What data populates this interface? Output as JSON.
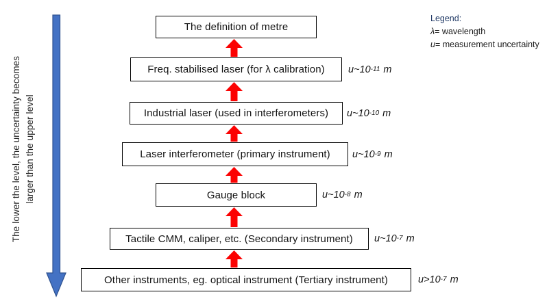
{
  "side_note": {
    "line1": "The lower the level, the uncertainty becomes",
    "line2": "larger than the upper level"
  },
  "legend": {
    "title": "Legend:",
    "items": [
      {
        "symbol": "λ",
        "rest": "= wavelength"
      },
      {
        "symbol": "u",
        "rest": "= measurement uncertainty"
      }
    ]
  },
  "levels": [
    {
      "label": "The definition of metre"
    },
    {
      "label": "Freq. stabilised laser (for λ calibration)",
      "u_base": "u~10",
      "u_exp": "-11",
      "u_unit": "m"
    },
    {
      "label": "Industrial laser (used in interferometers)",
      "u_base": "u~10",
      "u_exp": "-10",
      "u_unit": "m"
    },
    {
      "label": "Laser interferometer (primary instrument)",
      "u_base": "u~10",
      "u_exp": "-9",
      "u_unit": "m"
    },
    {
      "label": "Gauge block",
      "u_base": "u~10",
      "u_exp": "-8",
      "u_unit": "m"
    },
    {
      "label": "Tactile CMM, caliper, etc. (Secondary instrument)",
      "u_base": "u~10",
      "u_exp": "-7",
      "u_unit": "m"
    },
    {
      "label": "Other instruments, eg. optical instrument (Tertiary instrument)",
      "u_base": "u>10",
      "u_exp": "-7",
      "u_unit": "m"
    }
  ],
  "colors": {
    "arrow_red": "#FB0202",
    "arrow_blue_fill": "#4472C4",
    "arrow_blue_stroke": "#2F528F",
    "legend_title": "#1F3864",
    "box_border": "#000000"
  }
}
